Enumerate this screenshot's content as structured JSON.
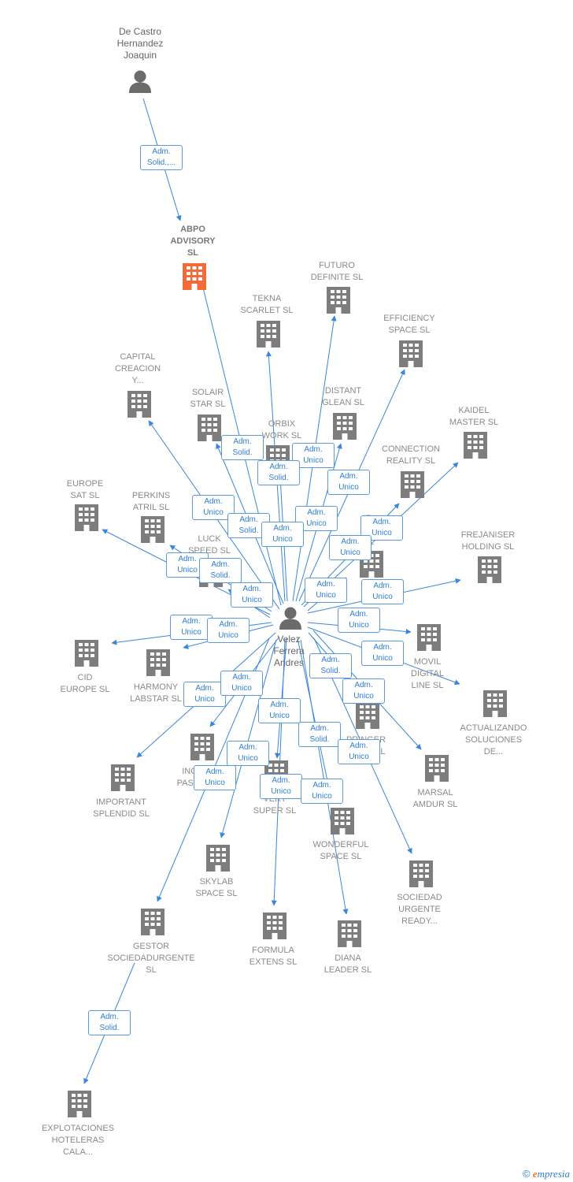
{
  "colors": {
    "edge": "#3a86db",
    "building": "#7d7d7d",
    "highlight": "#f26b38",
    "person": "#6b6b6b"
  },
  "nodes": [
    {
      "id": "decastro",
      "type": "person",
      "label": "De Castro\nHernandez\nJoaquin"
    },
    {
      "id": "center",
      "type": "person",
      "label": "Velez\nFerrera\nAndres"
    },
    {
      "id": "abpo",
      "type": "company",
      "highlight": true,
      "label": "ABPO\nADVISORY\nSL"
    },
    {
      "id": "futuro",
      "type": "company",
      "label": "FUTURO\nDEFINITE  SL"
    },
    {
      "id": "tekna",
      "type": "company",
      "label": "TEKNA\nSCARLET  SL"
    },
    {
      "id": "efficiency",
      "type": "company",
      "label": "EFFICIENCY\nSPACE SL"
    },
    {
      "id": "capital",
      "type": "company",
      "label": "CAPITAL\nCREACION\nY..."
    },
    {
      "id": "solair",
      "type": "company",
      "label": "SOLAIR\nSTAR  SL"
    },
    {
      "id": "distant",
      "type": "company",
      "label": "DISTANT\nGLEAN  SL"
    },
    {
      "id": "orbix",
      "type": "company",
      "label": "ORBIX\nWORK  SL"
    },
    {
      "id": "kaidel",
      "type": "company",
      "label": "KAIDEL\nMASTER  SL"
    },
    {
      "id": "connection",
      "type": "company",
      "label": "CONNECTION\nREALITY  SL"
    },
    {
      "id": "europe",
      "type": "company",
      "label": "EUROPE\nSAT  SL"
    },
    {
      "id": "perkins",
      "type": "company",
      "label": "PERKINS\nATRIL  SL"
    },
    {
      "id": "luck",
      "type": "company",
      "label": "LUCK\nSPEED  SL"
    },
    {
      "id": "fr",
      "type": "company",
      "label": "F\nFR\nSL"
    },
    {
      "id": "frejaniser",
      "type": "company",
      "label": "FREJANISER\nHOLDING  SL"
    },
    {
      "id": "cid",
      "type": "company",
      "label": "CID\nEUROPE  SL"
    },
    {
      "id": "harmony",
      "type": "company",
      "label": "HARMONY\nLABSTAR SL"
    },
    {
      "id": "movil",
      "type": "company",
      "label": "MOVIL\nDIGITAL\nLINE SL"
    },
    {
      "id": "actualizando",
      "type": "company",
      "label": "ACTUALIZANDO\nSOLUCIONES\nDE..."
    },
    {
      "id": "important",
      "type": "company",
      "label": "IMPORTANT\nSPLENDID  SL"
    },
    {
      "id": "ing",
      "type": "company",
      "label": "ING\nPASIO"
    },
    {
      "id": "vert",
      "type": "company",
      "label": "VERT\nSUPER  SL"
    },
    {
      "id": "pringer",
      "type": "company",
      "label": "PRINGER\nC...AU SL"
    },
    {
      "id": "marsal",
      "type": "company",
      "label": "MARSAL\nAMDUR  SL"
    },
    {
      "id": "wonderful",
      "type": "company",
      "label": "WONDERFUL\nSPACE  SL"
    },
    {
      "id": "skylab",
      "type": "company",
      "label": "SKYLAB\nSPACE  SL"
    },
    {
      "id": "sociedad",
      "type": "company",
      "label": "SOCIEDAD\nURGENTE\nREADY..."
    },
    {
      "id": "gestor",
      "type": "company",
      "label": "GESTOR\nSOCIEDADURGENTE SL"
    },
    {
      "id": "formula",
      "type": "company",
      "label": "FORMULA\nEXTENS  SL"
    },
    {
      "id": "diana",
      "type": "company",
      "label": "DIANA\nLEADER  SL"
    },
    {
      "id": "explotaciones",
      "type": "company",
      "label": "EXPLOTACIONES\nHOTELERAS\nCALA..."
    }
  ],
  "edges": [
    {
      "from": "decastro",
      "to": "abpo",
      "label": "Adm.\nSolid.,..."
    },
    {
      "from": "center",
      "to": "abpo",
      "label": "Adm.\nSolid."
    },
    {
      "from": "center",
      "to": "futuro",
      "label": "Adm.\nUnico"
    },
    {
      "from": "center",
      "to": "tekna",
      "label": "Adm.\nSolid."
    },
    {
      "from": "center",
      "to": "efficiency",
      "label": "Adm.\nUnico"
    },
    {
      "from": "center",
      "to": "capital",
      "label": "Adm.\nUnico"
    },
    {
      "from": "center",
      "to": "solair",
      "label": "Adm.\nSolid."
    },
    {
      "from": "center",
      "to": "distant",
      "label": "Adm.\nUnico"
    },
    {
      "from": "center",
      "to": "orbix",
      "label": "Adm.\nUnico"
    },
    {
      "from": "center",
      "to": "kaidel",
      "label": "Adm.\nUnico"
    },
    {
      "from": "center",
      "to": "connection",
      "label": "Adm.\nUnico"
    },
    {
      "from": "center",
      "to": "europe",
      "label": "Adm.\nUnico"
    },
    {
      "from": "center",
      "to": "perkins",
      "label": "Adm.\nSolid."
    },
    {
      "from": "center",
      "to": "luck",
      "label": "Adm.\nUnico"
    },
    {
      "from": "center",
      "to": "fr",
      "label": "Adm.\nUnico"
    },
    {
      "from": "center",
      "to": "frejaniser",
      "label": "Adm.\nUnico"
    },
    {
      "from": "center",
      "to": "cid",
      "label": "Adm.\nUnico"
    },
    {
      "from": "center",
      "to": "harmony",
      "label": "Adm.\nUnico"
    },
    {
      "from": "center",
      "to": "movil",
      "label": "Adm.\nUnico"
    },
    {
      "from": "center",
      "to": "actualizando",
      "label": "Adm.\nUnico"
    },
    {
      "from": "center",
      "to": "important",
      "label": "Adm.\nUnico"
    },
    {
      "from": "center",
      "to": "ing",
      "label": "Adm.\nUnico"
    },
    {
      "from": "center",
      "to": "vert",
      "label": "Adm.\nUnico"
    },
    {
      "from": "center",
      "to": "pringer",
      "label": "Adm.\nSolid."
    },
    {
      "from": "center",
      "to": "marsal",
      "label": "Adm.\nUnico"
    },
    {
      "from": "center",
      "to": "wonderful",
      "label": "Adm.\nSolid."
    },
    {
      "from": "center",
      "to": "skylab",
      "label": "Adm.\nUnico"
    },
    {
      "from": "center",
      "to": "sociedad",
      "label": "Adm.\nUnico"
    },
    {
      "from": "center",
      "to": "gestor",
      "label": "Adm.\nUnico"
    },
    {
      "from": "center",
      "to": "formula",
      "label": "Adm.\nUnico"
    },
    {
      "from": "center",
      "to": "diana",
      "label": "Adm.\nUnico"
    },
    {
      "from": "gestor",
      "to": "explotaciones",
      "label": "Adm.\nSolid."
    }
  ],
  "footer": {
    "copyright": "©",
    "brand_initial": "e",
    "brand_rest": "mpresia"
  }
}
